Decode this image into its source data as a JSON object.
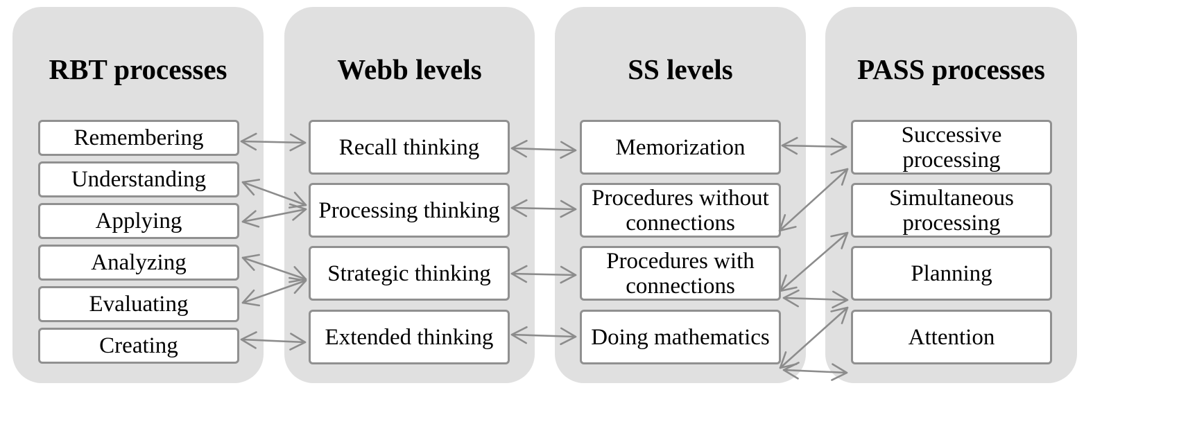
{
  "columns": [
    {
      "id": "rbt",
      "title": "RBT processes",
      "items": [
        "Remembering",
        "Understanding",
        "Applying",
        "Analyzing",
        "Evaluating",
        "Creating"
      ]
    },
    {
      "id": "webb",
      "title": "Webb levels",
      "items": [
        "Recall thinking",
        "Processing thinking",
        "Strategic thinking",
        "Extended thinking"
      ]
    },
    {
      "id": "ss",
      "title": "SS levels",
      "items": [
        "Memorization",
        "Procedures without connections",
        "Procedures with connections",
        "Doing mathematics"
      ]
    },
    {
      "id": "pass",
      "title": "PASS processes",
      "items": [
        "Successive processing",
        "Simultaneous processing",
        "Planning",
        "Attention"
      ]
    }
  ],
  "connections": [
    {
      "from": "Remembering",
      "to": "Recall thinking",
      "type": "bidirectional"
    },
    {
      "from": "Understanding",
      "to": "Processing thinking",
      "type": "bidirectional"
    },
    {
      "from": "Applying",
      "to": "Processing thinking",
      "type": "bidirectional"
    },
    {
      "from": "Analyzing",
      "to": "Strategic thinking",
      "type": "bidirectional"
    },
    {
      "from": "Evaluating",
      "to": "Strategic thinking",
      "type": "bidirectional"
    },
    {
      "from": "Creating",
      "to": "Extended thinking",
      "type": "bidirectional"
    },
    {
      "from": "Recall thinking",
      "to": "Memorization",
      "type": "bidirectional"
    },
    {
      "from": "Processing thinking",
      "to": "Procedures without connections",
      "type": "bidirectional"
    },
    {
      "from": "Strategic thinking",
      "to": "Procedures with connections",
      "type": "bidirectional"
    },
    {
      "from": "Extended thinking",
      "to": "Doing mathematics",
      "type": "bidirectional"
    },
    {
      "from": "Memorization",
      "to": "Successive processing",
      "type": "bidirectional"
    },
    {
      "from": "Procedures without connections",
      "to": "Successive processing",
      "type": "bidirectional"
    },
    {
      "from": "Procedures with connections",
      "to": "Simultaneous processing",
      "type": "bidirectional"
    },
    {
      "from": "Procedures with connections",
      "to": "Planning",
      "type": "bidirectional"
    },
    {
      "from": "Doing mathematics",
      "to": "Planning",
      "type": "bidirectional"
    },
    {
      "from": "Doing mathematics",
      "to": "Attention",
      "type": "bidirectional"
    }
  ],
  "colors": {
    "panel": "#e0e0e0",
    "box_fill": "#ffffff",
    "stroke": "#909090",
    "text": "#000000"
  }
}
